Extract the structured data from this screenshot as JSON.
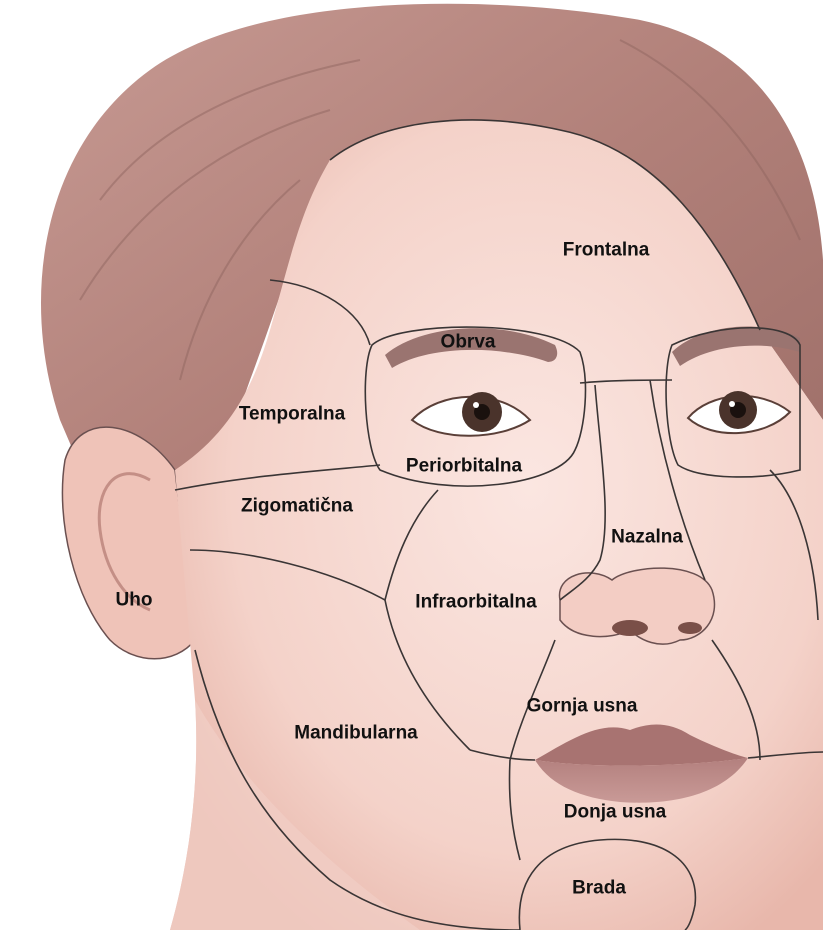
{
  "regions": {
    "frontalna": "Frontalna",
    "obrva": "Obrva",
    "temporalna": "Temporalna",
    "periorbitalna": "Periorbitalna",
    "zigomaticna": "Zigomatična",
    "nazalna": "Nazalna",
    "uho": "Uho",
    "infraorbitalna": "Infraorbitalna",
    "gornja_usna": "Gornja usna",
    "mandibularna": "Mandibularna",
    "donja_usna": "Donja usna",
    "brada": "Brada"
  },
  "colors": {
    "skin": "#f7d9d2",
    "skin_shadow": "#e9b9ad",
    "hair": "#b98a84",
    "hair_dark": "#8f6560",
    "boundary": "#3a3535",
    "lips": "#b07a78",
    "iris": "#4a332b"
  }
}
